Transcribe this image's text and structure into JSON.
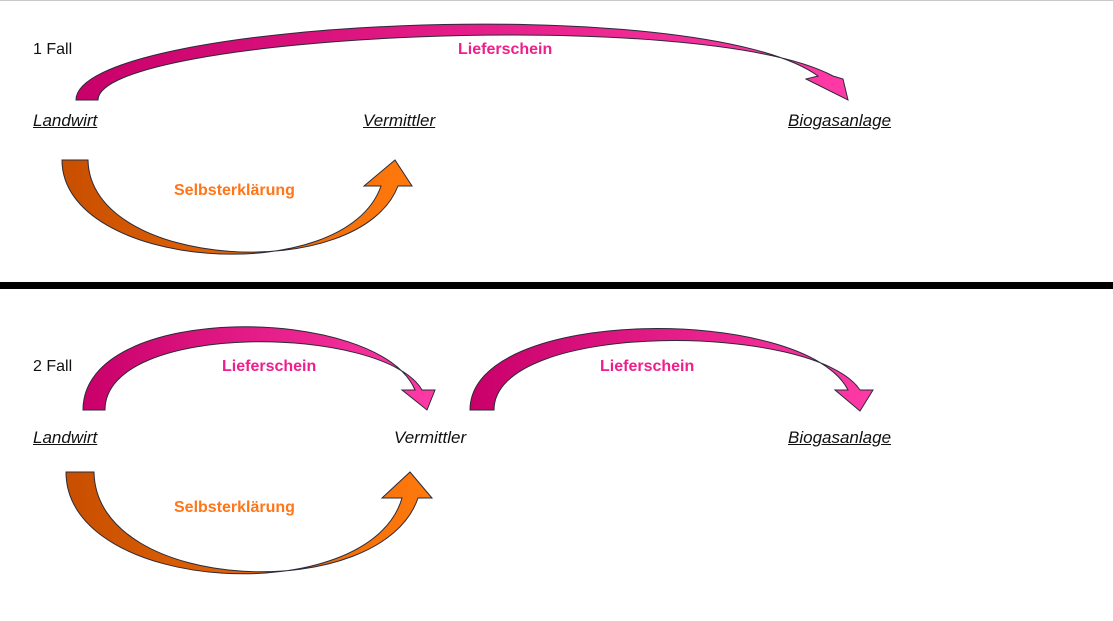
{
  "colors": {
    "pink_dark": "#c9006a",
    "pink_light": "#ff3aa6",
    "orange_dark": "#c84f00",
    "orange_light": "#ff7a0d",
    "divider": "#000000",
    "outline": "#2a2a3a"
  },
  "case1": {
    "label": "1 Fall",
    "landwirt": "Landwirt",
    "vermittler": "Vermittler",
    "biogasanlage": "Biogasanlage",
    "lieferschein": "Lieferschein",
    "selbsterklaerung": "Selbsterklärung"
  },
  "case2": {
    "label": "2 Fall",
    "landwirt": "Landwirt",
    "vermittler": "Vermittler",
    "biogasanlage": "Biogasanlage",
    "lieferschein_1": "Lieferschein",
    "lieferschein_2": "Lieferschein",
    "selbsterklaerung": "Selbsterklärung"
  }
}
